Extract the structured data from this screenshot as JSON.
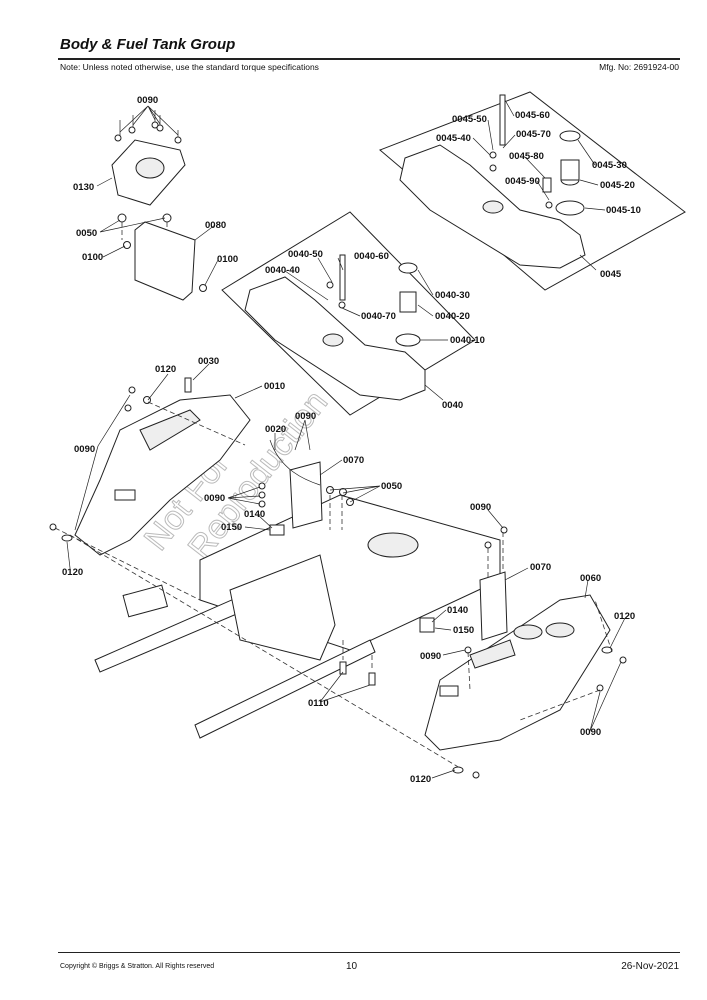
{
  "header": {
    "title": "Body & Fuel Tank Group",
    "note": "Note: Unless noted otherwise, use the standard torque specifications",
    "mfg_no": "Mfg. No: 2691924-00"
  },
  "footer": {
    "copyright": "Copyright © Briggs & Stratton. All Rights reserved",
    "page": "10",
    "date": "26-Nov-2021"
  },
  "watermark": [
    "Not For",
    "Reproduction"
  ],
  "callouts": {
    "c0090a": "0090",
    "c0130": "0130",
    "c0050a": "0050",
    "c0080": "0080",
    "c0100a": "0100",
    "c0100b": "0100",
    "c0045_50": "0045-50",
    "c0045_60": "0045-60",
    "c0045_40": "0045-40",
    "c0045_70": "0045-70",
    "c0045_80": "0045-80",
    "c0045_30": "0045-30",
    "c0045_90": "0045-90",
    "c0045_20": "0045-20",
    "c0045_10": "0045-10",
    "c0045": "0045",
    "c0040_50": "0040-50",
    "c0040_60": "0040-60",
    "c0040_40": "0040-40",
    "c0040_30": "0040-30",
    "c0040_20": "0040-20",
    "c0040_70": "0040-70",
    "c0040_10": "0040-10",
    "c0040": "0040",
    "c0120a": "0120",
    "c0030": "0030",
    "c0010": "0010",
    "c0090b": "0090",
    "c0090c": "0090",
    "c0020": "0020",
    "c0070a": "0070",
    "c0050b": "0050",
    "c0090d": "0090",
    "c0140a": "0140",
    "c0150a": "0150",
    "c0120b": "0120",
    "c0090e": "0090",
    "c0070b": "0070",
    "c0060": "0060",
    "c0140b": "0140",
    "c0120c": "0120",
    "c0150b": "0150",
    "c0090f": "0090",
    "c0110": "0110",
    "c0090g": "0090",
    "c0120d": "0120"
  }
}
